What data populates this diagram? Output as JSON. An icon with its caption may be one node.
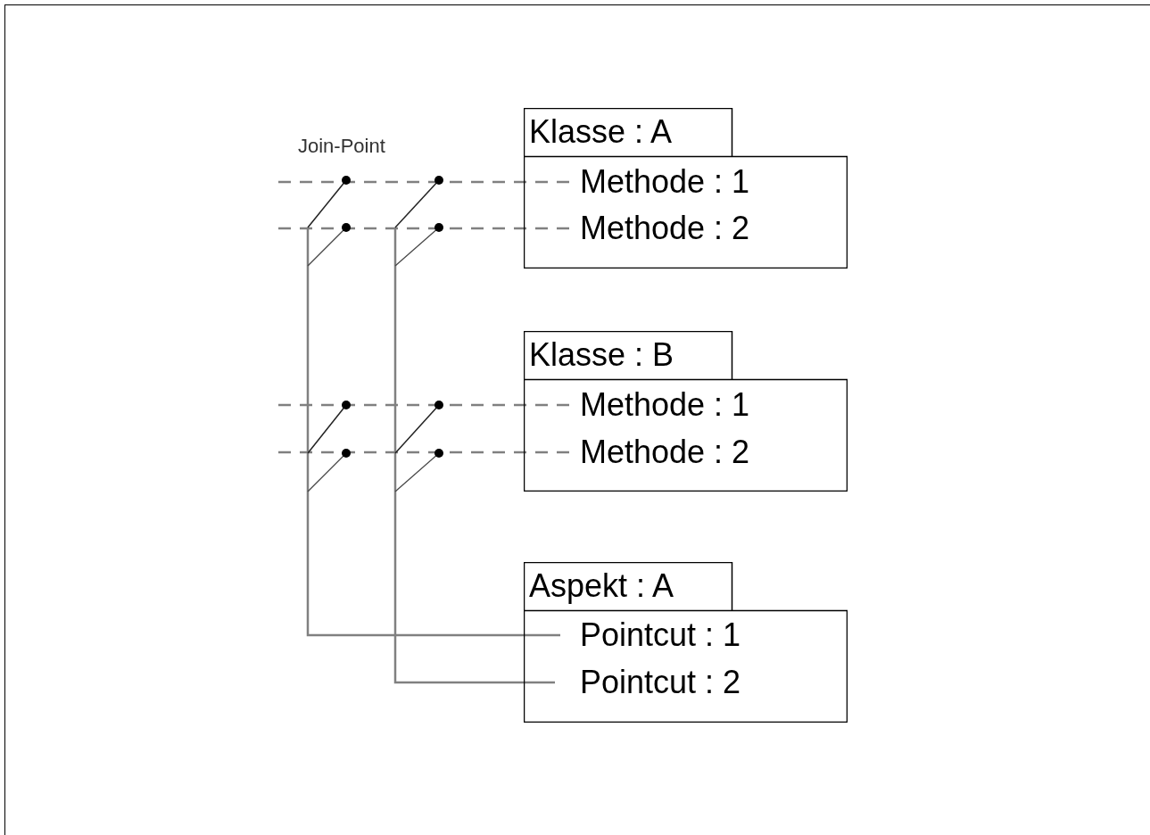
{
  "diagram": {
    "nodes": [
      {
        "text": [
          "Klasse : A"
        ]
      },
      {
        "text": [
          "Methode : 1"
        ],
        "in": 0
      },
      {
        "text": [
          "Methode : 2"
        ],
        "in": 0
      },
      {
        "text": [
          "Klasse : B"
        ]
      },
      {
        "text": [
          "Methode : 1"
        ],
        "in": 3
      },
      {
        "text": [
          "Methode : 2"
        ],
        "in": 3
      },
      {
        "text": [
          "Aspekt : A"
        ]
      },
      {
        "text": [
          "Pointcut : 1"
        ],
        "in": 6
      },
      {
        "text": [
          "Pointcut : 2"
        ],
        "in": 6
      },
      {
        "text": [],
        "shape": "switch"
      },
      {
        "text": [],
        "shape": "switch"
      }
    ],
    "edges": [
      {
        "from": 1,
        "to": null,
        "arrow": "none",
        "style": "dashed"
      },
      {
        "from": 2,
        "to": null,
        "arrow": "none",
        "style": "dashed"
      },
      {
        "from": 4,
        "to": null,
        "arrow": "none",
        "style": "dashed"
      },
      {
        "from": 5,
        "to": null,
        "arrow": "none",
        "style": "dashed"
      },
      {
        "from": 9,
        "to": 7,
        "arrow": "none"
      },
      {
        "from": 10,
        "to": 8,
        "arrow": "none"
      }
    ],
    "labels": [
      "Join-Point"
    ]
  }
}
